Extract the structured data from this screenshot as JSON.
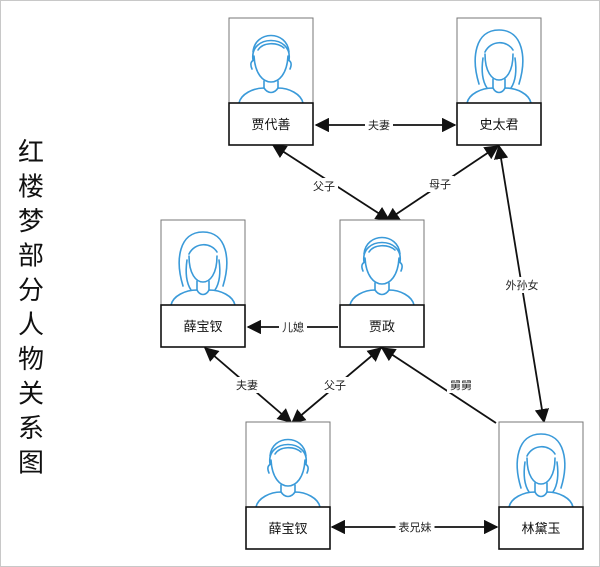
{
  "title": "红楼梦部分人物关系图",
  "people": [
    {
      "id": "jia-daishan",
      "name": "贾代善",
      "gender": "male",
      "icon": "male-avatar-icon"
    },
    {
      "id": "shi-taijun",
      "name": "史太君",
      "gender": "female",
      "icon": "female-avatar-icon"
    },
    {
      "id": "jia-zheng",
      "name": "贾政",
      "gender": "male",
      "icon": "male-avatar-icon"
    },
    {
      "id": "xue-baochai-left",
      "name": "薛宝钗",
      "gender": "female",
      "icon": "female-avatar-icon"
    },
    {
      "id": "xue-baochai-bottom",
      "name": "薛宝钗",
      "gender": "male",
      "icon": "male-avatar-icon"
    },
    {
      "id": "lin-daiyu",
      "name": "林黛玉",
      "gender": "female",
      "icon": "female-avatar-icon"
    }
  ],
  "relations": [
    {
      "from": "jia-daishan",
      "to": "shi-taijun",
      "label": "夫妻",
      "direction": "both"
    },
    {
      "from": "jia-daishan",
      "to": "jia-zheng",
      "label": "父子",
      "direction": "both"
    },
    {
      "from": "shi-taijun",
      "to": "jia-zheng",
      "label": "母子",
      "direction": "both"
    },
    {
      "from": "shi-taijun",
      "to": "lin-daiyu",
      "label": "外孙女",
      "direction": "both"
    },
    {
      "from": "jia-zheng",
      "to": "xue-baochai-left",
      "label": "儿媳",
      "direction": "to"
    },
    {
      "from": "xue-baochai-left",
      "to": "xue-baochai-bottom",
      "label": "夫妻",
      "direction": "both"
    },
    {
      "from": "jia-zheng",
      "to": "xue-baochai-bottom",
      "label": "父子",
      "direction": "both"
    },
    {
      "from": "lin-daiyu",
      "to": "jia-zheng",
      "label": "舅舅",
      "direction": "to"
    },
    {
      "from": "xue-baochai-bottom",
      "to": "lin-daiyu",
      "label": "表兄妹",
      "direction": "both"
    }
  ],
  "colors": {
    "avatar": "#3a9ad9",
    "line": "#111111",
    "card_border": "#777777",
    "label_border": "#111111"
  }
}
